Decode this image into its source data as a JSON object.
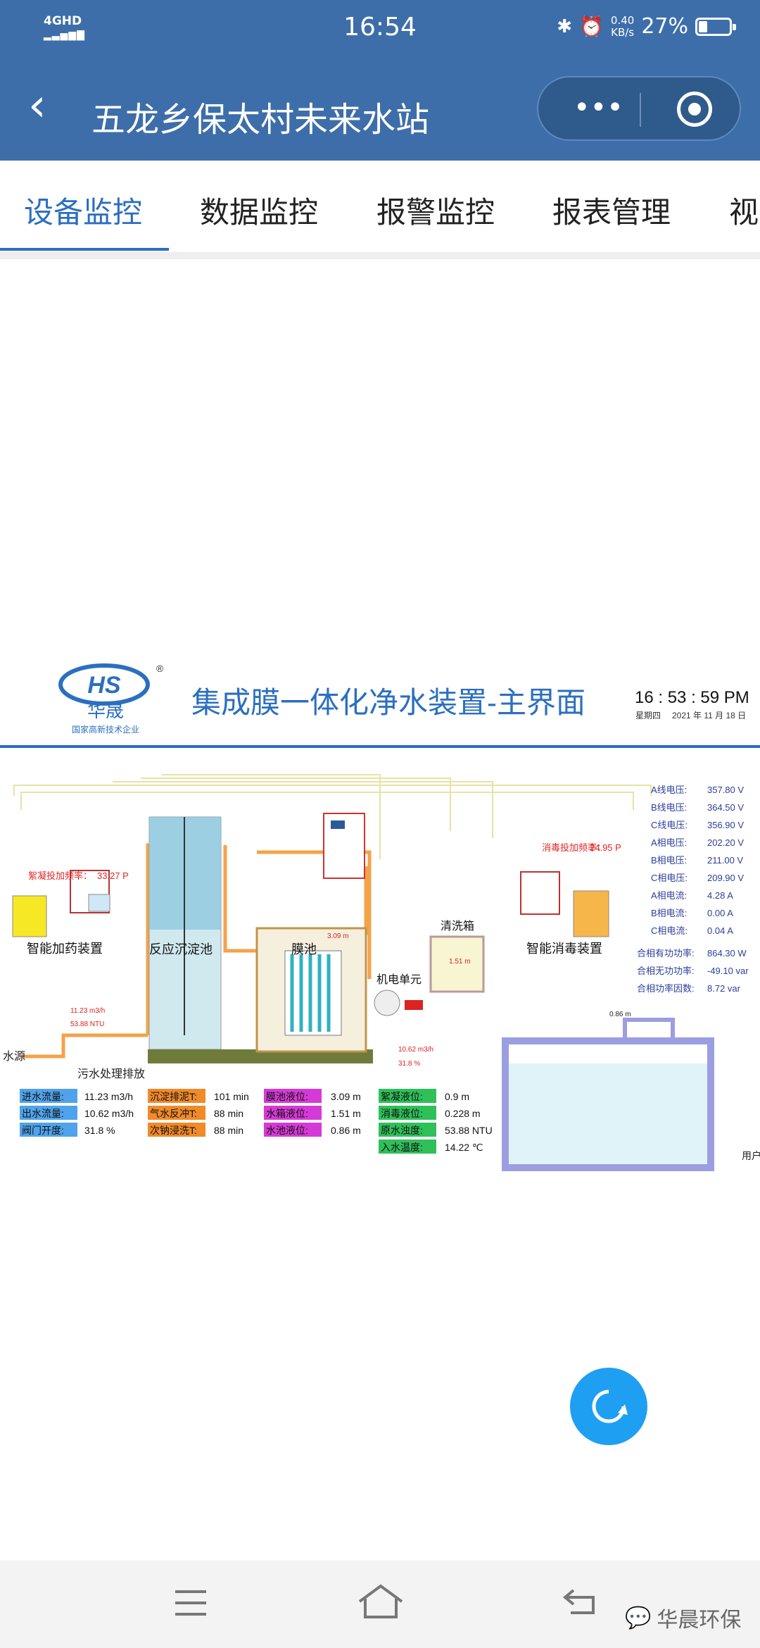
{
  "status_bar": {
    "network": "4GHD",
    "time": "16:54",
    "speed_value": "0.40",
    "speed_unit": "KB/s",
    "battery_percent": "27%",
    "battery_level": 0.27
  },
  "nav": {
    "title": "五龙乡保太村未来水站"
  },
  "tabs": [
    "设备监控",
    "数据监控",
    "报警监控",
    "报表管理",
    "视"
  ],
  "screen": {
    "logo_text": "华晟",
    "logo_subtitle": "国家高新技术企业",
    "title": "集成膜一体化净水装置-主界面",
    "clock": "16 : 53 : 59 PM",
    "weekday": "星期四",
    "date": "2021 年 11 月 18 日",
    "units": {
      "dosing": "智能加药装置",
      "settling": "反应沉淀池",
      "membrane": "膜池",
      "electromech": "机电单元",
      "wash_tank": "清洗箱",
      "disinfect": "智能消毒装置"
    },
    "dosing_freq_label": "絮凝投加频率：",
    "dosing_freq_value": "33.27 P",
    "disinfect_freq_label": "消毒投加频率：",
    "disinfect_freq_value": "24.95 P",
    "inflow_rate": "11.23 m3/h",
    "inflow_ntu": "53.88 NTU",
    "membrane_level": "3.09 m",
    "wash_level": "1.51 m",
    "pump_flow": "10.62 m3/h",
    "pump_open": "31.8 %",
    "clear_level": "0.86 m",
    "water_source": "水源",
    "sewage": "污水处理排放",
    "user": "用户",
    "electric": [
      {
        "label": "A线电压:",
        "value": "357.80 V"
      },
      {
        "label": "B线电压:",
        "value": "364.50 V"
      },
      {
        "label": "C线电压:",
        "value": "356.90 V"
      },
      {
        "label": "A相电压:",
        "value": "202.20 V"
      },
      {
        "label": "B相电压:",
        "value": "211.00 V"
      },
      {
        "label": "C相电压:",
        "value": "209.90 V"
      },
      {
        "label": "A相电流:",
        "value": "4.28 A"
      },
      {
        "label": "B相电流:",
        "value": "0.00 A"
      },
      {
        "label": "C相电流:",
        "value": "0.04 A"
      }
    ],
    "power": [
      {
        "label": "合相有功功率:",
        "value": "864.30 W"
      },
      {
        "label": "合相无功功率:",
        "value": "-49.10 var"
      },
      {
        "label": "合相功率因数:",
        "value": "8.72 var"
      }
    ],
    "table": [
      [
        {
          "label": "进水流量:",
          "value": "11.23 m3/h",
          "color": "#4fa3ea"
        },
        {
          "label": "沉淀排泥T:",
          "value": "101 min",
          "color": "#f08a2a"
        },
        {
          "label": "膜池液位:",
          "value": "3.09 m",
          "color": "#d63ad6"
        },
        {
          "label": "絮凝液位:",
          "value": "0.9 m",
          "color": "#2fc05a"
        }
      ],
      [
        {
          "label": "出水流量:",
          "value": "10.62 m3/h",
          "color": "#4fa3ea"
        },
        {
          "label": "气水反冲T:",
          "value": "88 min",
          "color": "#f08a2a"
        },
        {
          "label": "水箱液位:",
          "value": "1.51 m",
          "color": "#d63ad6"
        },
        {
          "label": "消毒液位:",
          "value": "0.228 m",
          "color": "#2fc05a"
        }
      ],
      [
        {
          "label": "阀门开度:",
          "value": "31.8 %",
          "color": "#4fa3ea"
        },
        {
          "label": "次钠浸洗T:",
          "value": "88 min",
          "color": "#f08a2a"
        },
        {
          "label": "水池液位:",
          "value": "0.86 m",
          "color": "#d63ad6"
        },
        {
          "label": "原水浊度:",
          "value": "53.88 NTU",
          "color": "#2fc05a"
        }
      ],
      [
        null,
        null,
        null,
        {
          "label": "入水温度:",
          "value": "14.22 ℃",
          "color": "#2fc05a"
        }
      ]
    ]
  },
  "brand": "华晨环保"
}
